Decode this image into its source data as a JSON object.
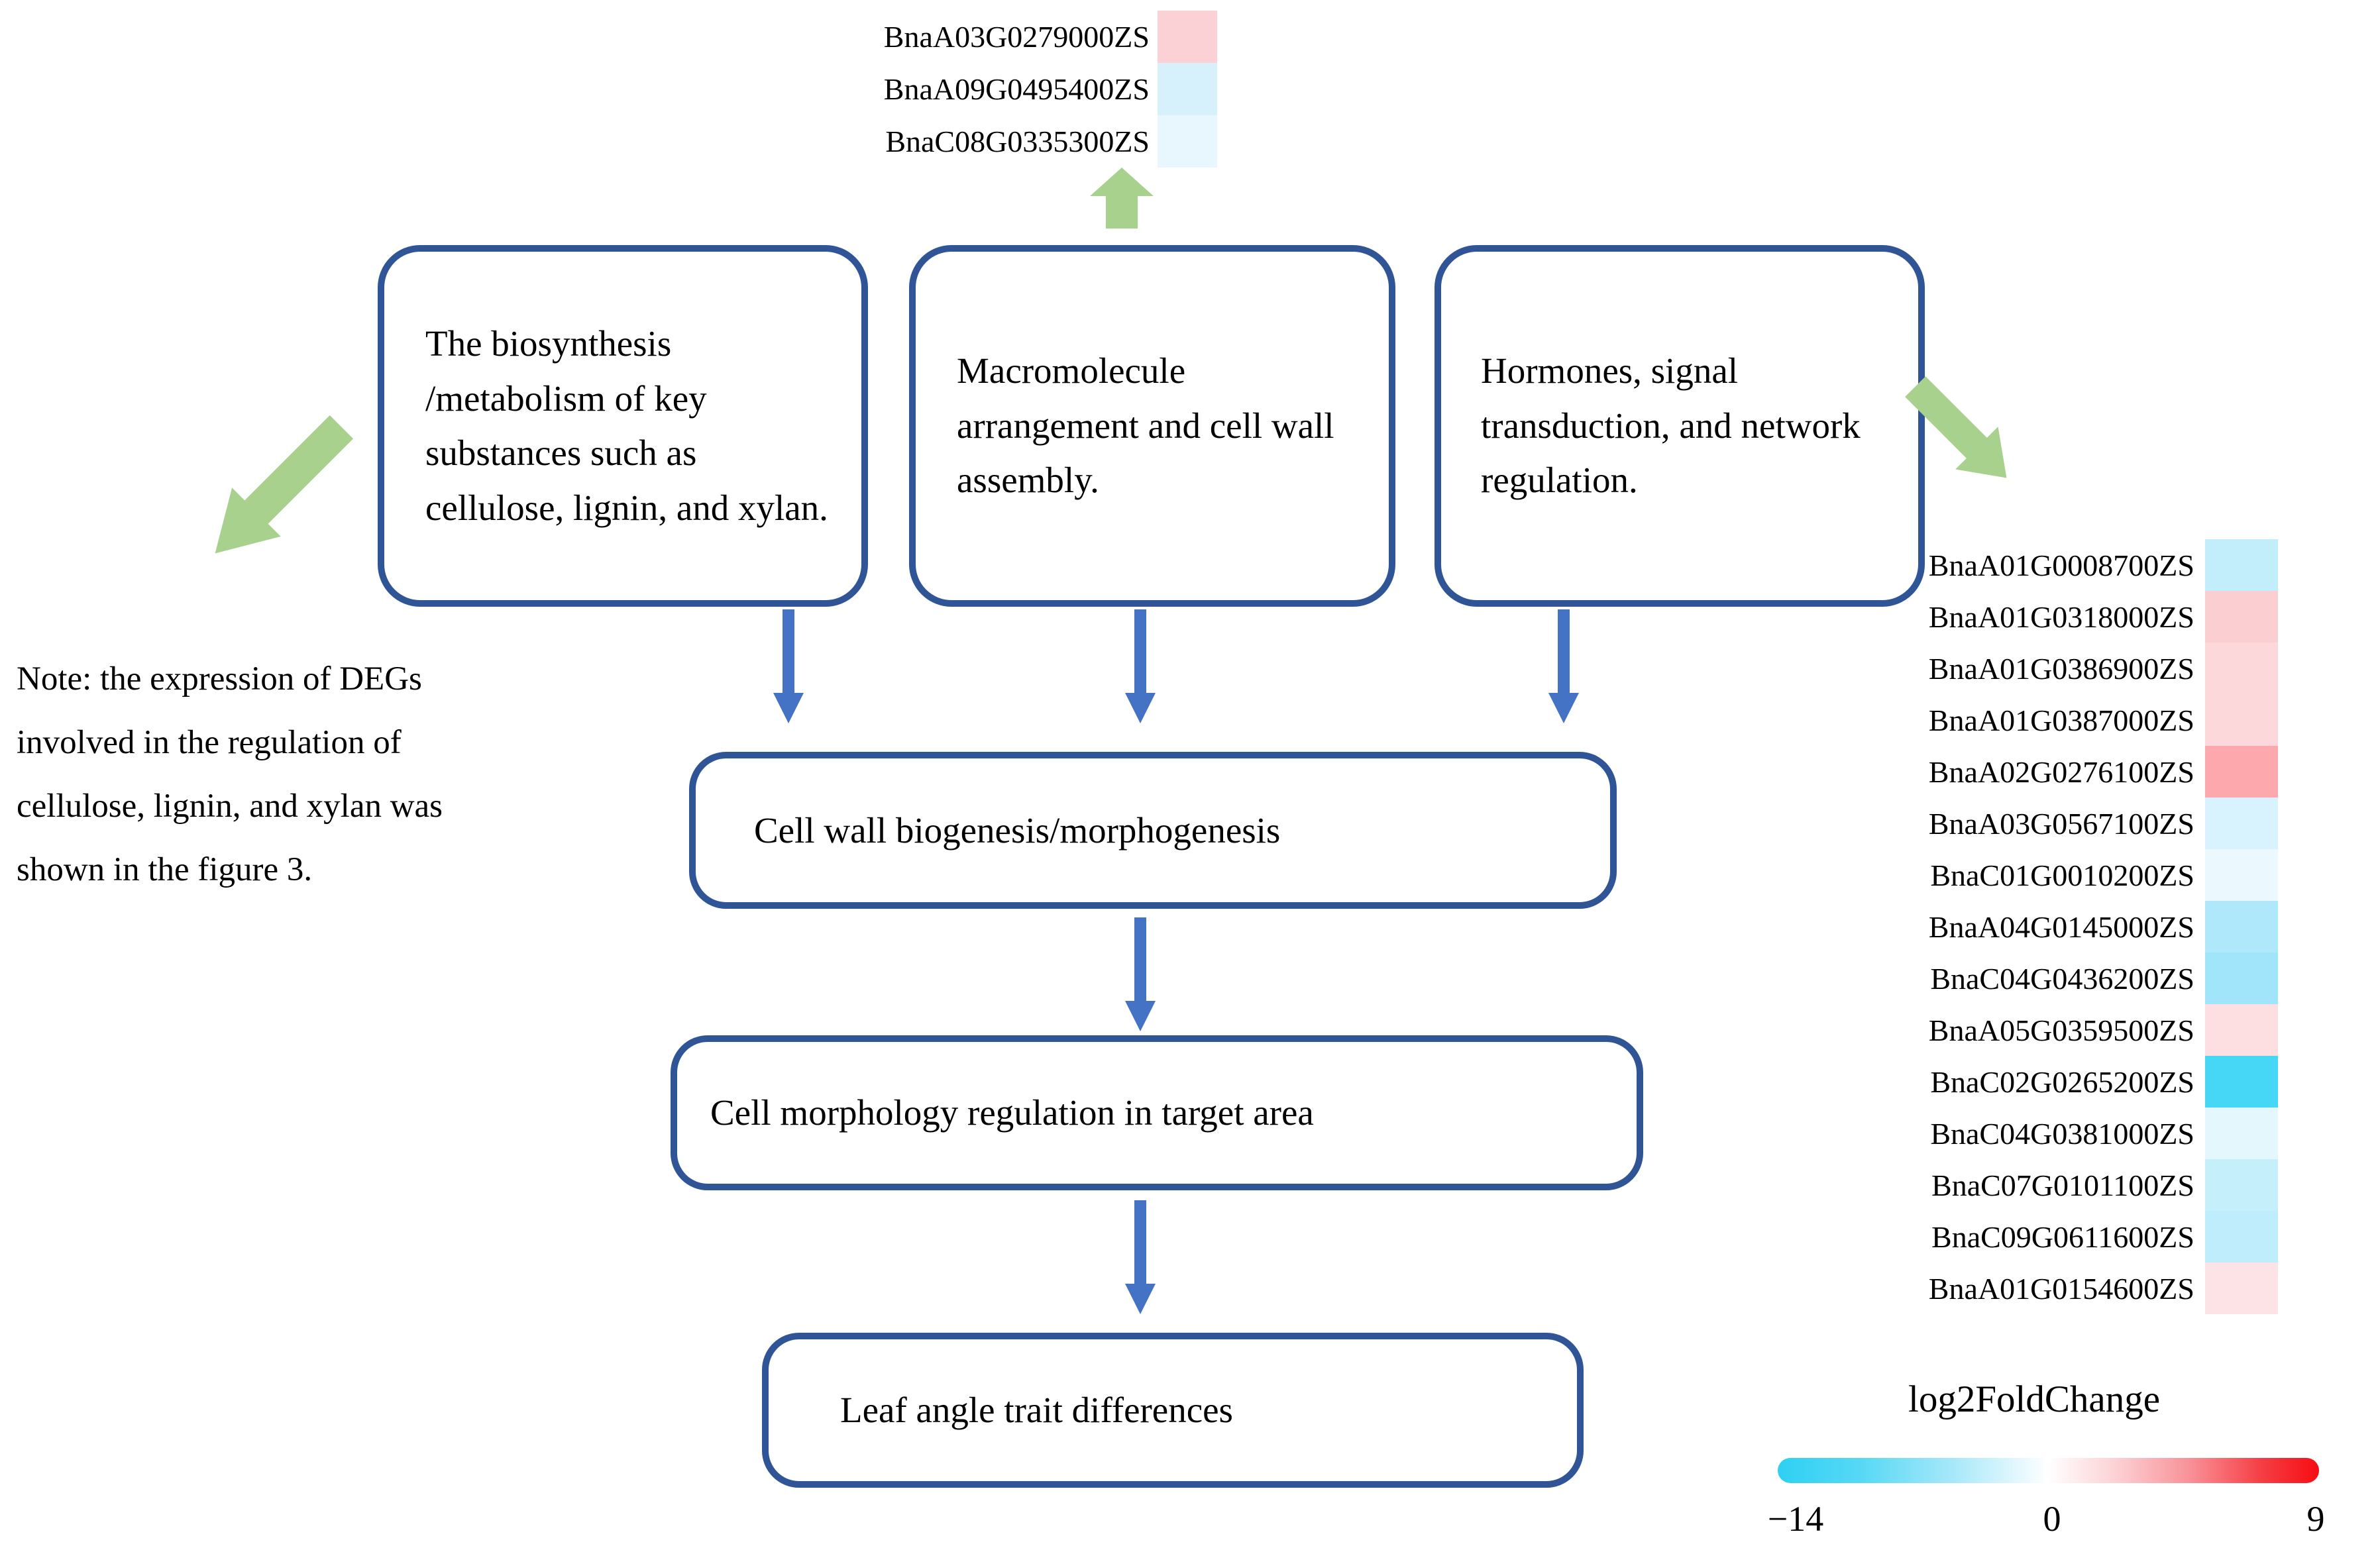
{
  "top_heatmap": [
    {
      "gene": "BnaA03G0279000ZS",
      "color": "#fbd1d5"
    },
    {
      "gene": "BnaA09G0495400ZS",
      "color": "#d6f1fc"
    },
    {
      "gene": "BnaC08G0335300ZS",
      "color": "#e7f7fd"
    }
  ],
  "category_boxes": [
    "The biosynthesis /metabolism of key substances such as cellulose, lignin, and xylan.",
    "Macromolecule arrangement and cell wall assembly.",
    "Hormones, signal transduction, and network regulation."
  ],
  "note": "Note: the expression of DEGs involved in the regulation of cellulose, lignin, and xylan was shown in the figure 3.",
  "flow_boxes": [
    "Cell wall biogenesis/morphogenesis",
    "Cell morphology regulation in target area",
    "Leaf angle trait differences"
  ],
  "right_heatmap": [
    {
      "gene": "BnaA01G0008700ZS",
      "color": "#c2eefb"
    },
    {
      "gene": "BnaA01G0318000ZS",
      "color": "#fbced2"
    },
    {
      "gene": "BnaA01G0386900ZS",
      "color": "#fdd8db"
    },
    {
      "gene": "BnaA01G0387000ZS",
      "color": "#fdd8db"
    },
    {
      "gene": "BnaA02G0276100ZS",
      "color": "#fda8ac"
    },
    {
      "gene": "BnaA03G0567100ZS",
      "color": "#d8f3fd"
    },
    {
      "gene": "BnaC01G0010200ZS",
      "color": "#ebf9fe"
    },
    {
      "gene": "BnaA04G0145000ZS",
      "color": "#aee8fa"
    },
    {
      "gene": "BnaC04G0436200ZS",
      "color": "#a0e5f9"
    },
    {
      "gene": "BnaA05G0359500ZS",
      "color": "#fddfe1"
    },
    {
      "gene": "BnaC02G0265200ZS",
      "color": "#47d7f6"
    },
    {
      "gene": "BnaC04G0381000ZS",
      "color": "#e3f7fd"
    },
    {
      "gene": "BnaC07G0101100ZS",
      "color": "#c6effc"
    },
    {
      "gene": "BnaC09G0611600ZS",
      "color": "#bfedfb"
    },
    {
      "gene": "BnaA01G0154600ZS",
      "color": "#fde3e5"
    }
  ],
  "legend": {
    "title": "log2FoldChange",
    "tick_min": "−14",
    "tick_zero": "0",
    "tick_max": "9",
    "gradient_left_color": "#2ed0f3",
    "gradient_mid_color": "#ffffff",
    "gradient_right_color": "#f60d12"
  },
  "style_colors": {
    "box_border_blue": "#2f5597",
    "arrow_blue": "#4472c4",
    "arrow_green": "#a9d18e"
  }
}
